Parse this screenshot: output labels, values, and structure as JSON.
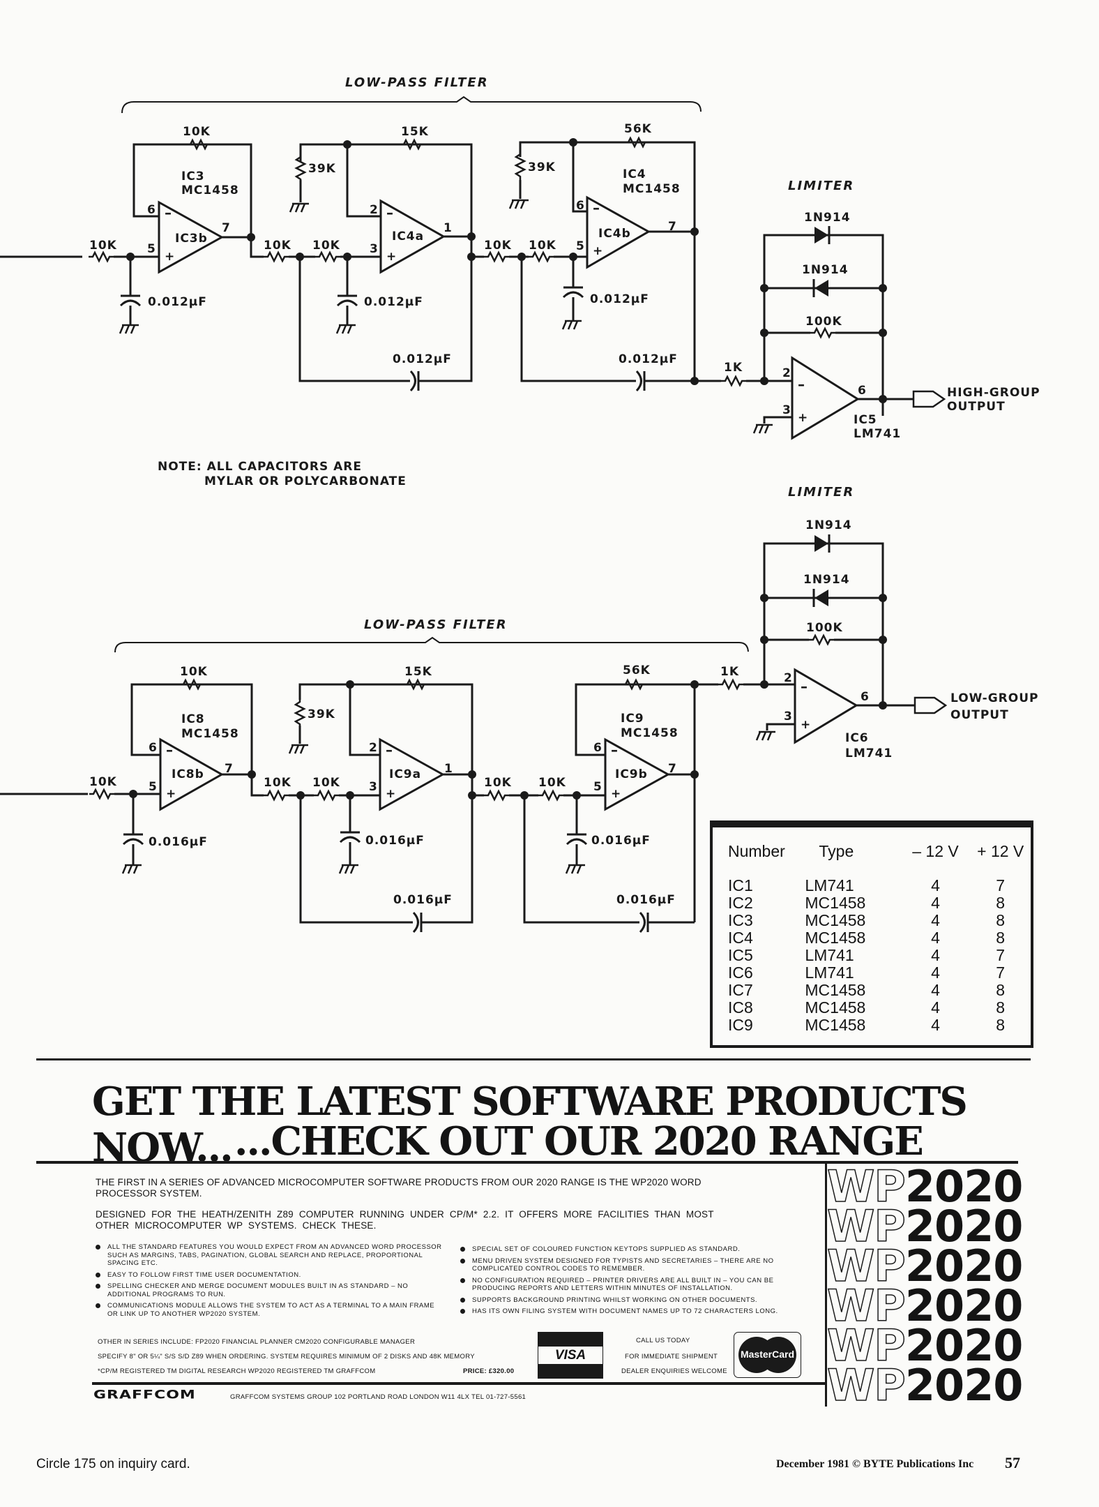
{
  "schematic_top": {
    "section_label": "LOW-PASS FILTER",
    "limiter_label": "LIMITER",
    "stage1": {
      "input_resistor": "10K",
      "feedback_resistor": "10K",
      "ic": "IC3",
      "ic_type": "MC1458",
      "opamp": "IC3b",
      "pin_inv": "6",
      "pin_noninv": "5",
      "pin_out": "7",
      "cap": "0.012µF"
    },
    "stage2": {
      "r_ground": "39K",
      "feedback_resistor": "15K",
      "r_in1": "10K",
      "r_in2": "10K",
      "opamp": "IC4a",
      "pin_inv": "2",
      "pin_noninv": "3",
      "pin_out": "1",
      "cap_ground": "0.012µF",
      "cap_feedback": "0.012µF"
    },
    "stage3": {
      "r_ground": "39K",
      "feedback_resistor": "56K",
      "r_in1": "10K",
      "r_in2": "10K",
      "ic": "IC4",
      "ic_type": "MC1458",
      "opamp": "IC4b",
      "pin_inv": "6",
      "pin_noninv": "5",
      "pin_out": "7",
      "cap_ground": "0.012µF",
      "cap_feedback": "0.012µF"
    },
    "limiter": {
      "diode1": "1N914",
      "diode2": "1N914",
      "resistor": "100K",
      "input_resistor": "1K",
      "opamp": "IC5",
      "opamp_type": "LM741",
      "pin_inv": "2",
      "pin_noninv": "3",
      "pin_out": "6"
    },
    "output_label_1": "HIGH-GROUP",
    "output_label_2": "OUTPUT"
  },
  "note": {
    "line1": "NOTE: ALL CAPACITORS ARE",
    "line2": "MYLAR OR POLYCARBONATE"
  },
  "schematic_bottom": {
    "section_label": "LOW-PASS FILTER",
    "limiter_label": "LIMITER",
    "stage1": {
      "input_resistor": "10K",
      "feedback_resistor": "10K",
      "ic": "IC8",
      "ic_type": "MC1458",
      "opamp": "IC8b",
      "pin_inv": "6",
      "pin_noninv": "5",
      "pin_out": "7",
      "cap": "0.016µF"
    },
    "stage2": {
      "r_ground": "39K",
      "feedback_resistor": "15K",
      "r_in1": "10K",
      "r_in2": "10K",
      "opamp": "IC9a",
      "pin_inv": "2",
      "pin_noninv": "3",
      "pin_out": "1",
      "cap_ground": "0.016µF",
      "cap_feedback": "0.016µF"
    },
    "stage3": {
      "feedback_resistor": "56K",
      "r_in1": "10K",
      "r_in2": "10K",
      "ic": "IC9",
      "ic_type": "MC1458",
      "opamp": "IC9b",
      "pin_inv": "6",
      "pin_noninv": "5",
      "pin_out": "7",
      "cap_ground": "0.016µF",
      "cap_feedback": "0.016µF"
    },
    "limiter": {
      "diode1": "1N914",
      "diode2": "1N914",
      "resistor": "100K",
      "input_resistor": "1K",
      "opamp": "IC6",
      "opamp_type": "LM741",
      "pin_inv": "2",
      "pin_noninv": "3",
      "pin_out": "6"
    },
    "output_label_1": "LOW-GROUP",
    "output_label_2": "OUTPUT"
  },
  "ic_table": {
    "headers": [
      "Number",
      "Type",
      "– 12  V",
      "+ 12  V"
    ],
    "rows": [
      [
        "IC1",
        "LM741",
        "4",
        "7"
      ],
      [
        "IC2",
        "MC1458",
        "4",
        "8"
      ],
      [
        "IC3",
        "MC1458",
        "4",
        "8"
      ],
      [
        "IC4",
        "MC1458",
        "4",
        "8"
      ],
      [
        "IC5",
        "LM741",
        "4",
        "7"
      ],
      [
        "IC6",
        "LM741",
        "4",
        "7"
      ],
      [
        "IC7",
        "MC1458",
        "4",
        "8"
      ],
      [
        "IC8",
        "MC1458",
        "4",
        "8"
      ],
      [
        "IC9",
        "MC1458",
        "4",
        "8"
      ]
    ]
  },
  "ad": {
    "headline_1": "GET THE LATEST SOFTWARE PRODUCTS NOW...",
    "headline_2": "...CHECK OUT OUR 2020 RANGE",
    "intro_1": "THE FIRST IN A SERIES OF ADVANCED MICROCOMPUTER SOFTWARE PRODUCTS FROM OUR 2020 RANGE IS THE WP2020 WORD PROCESSOR SYSTEM.",
    "intro_2": "DESIGNED FOR THE HEATH/ZENITH Z89 COMPUTER RUNNING UNDER CP/M* 2.2. IT OFFERS MORE FACILITIES THAN MOST OTHER MICROCOMPUTER WP SYSTEMS.  CHECK THESE.",
    "features_left": [
      "ALL THE STANDARD FEATURES YOU WOULD EXPECT FROM AN ADVANCED WORD PROCESSOR SUCH AS MARGINS, TABS, PAGINATION, GLOBAL SEARCH AND REPLACE, PROPORTIONAL SPACING ETC.",
      "EASY TO FOLLOW FIRST TIME USER DOCUMENTATION.",
      "SPELLING CHECKER AND MERGE DOCUMENT MODULES BUILT IN AS STANDARD – NO ADDITIONAL PROGRAMS TO RUN.",
      "COMMUNICATIONS MODULE ALLOWS THE SYSTEM TO ACT AS A TERMINAL TO A MAIN FRAME OR LINK UP TO ANOTHER WP2020 SYSTEM."
    ],
    "features_right": [
      "SPECIAL SET OF COLOURED FUNCTION KEYTOPS SUPPLIED AS STANDARD.",
      "MENU DRIVEN SYSTEM DESIGNED FOR TYPISTS AND SECRETARIES – THERE ARE NO COMPLICATED CONTROL CODES TO REMEMBER.",
      "NO CONFIGURATION REQUIRED – PRINTER DRIVERS ARE ALL BUILT IN – YOU CAN BE PRODUCING REPORTS AND LETTERS WITHIN MINUTES OF INSTALLATION.",
      "SUPPORTS BACKGROUND PRINTING WHILST WORKING ON OTHER DOCUMENTS.",
      "HAS ITS OWN FILING SYSTEM WITH DOCUMENT NAMES UP TO 72 CHARACTERS LONG."
    ],
    "other_series": "OTHER IN SERIES INCLUDE:  FP2020 FINANCIAL PLANNER  CM2020 CONFIGURABLE MANAGER",
    "specify": "SPECIFY 8\" OR 5¼\" S/S S/D Z89 WHEN ORDERING. SYSTEM REQUIRES MINIMUM OF 2 DISKS AND 48K MEMORY",
    "trademark": "*CP/M REGISTERED TM DIGITAL RESEARCH WP2020 REGISTERED TM GRAFFCOM",
    "price": "PRICE: £320.00",
    "visa_label": "VISA",
    "call_1": "CALL US TODAY",
    "call_2": "FOR IMMEDIATE SHIPMENT",
    "call_3": "DEALER ENQUIRIES WELCOME",
    "mastercard_label": "MasterCard",
    "wp_outline": "WP",
    "wp_solid": "2020",
    "brand_logo": "GRAFFCOM",
    "address": "GRAFFCOM SYSTEMS GROUP  102 PORTLAND ROAD  LONDON W11 4LX  TEL 01-727-5561"
  },
  "footer": {
    "inquiry": "Circle 175 on inquiry card.",
    "issue": "December 1981 © BYTE Publications Inc",
    "page_number": "57"
  }
}
